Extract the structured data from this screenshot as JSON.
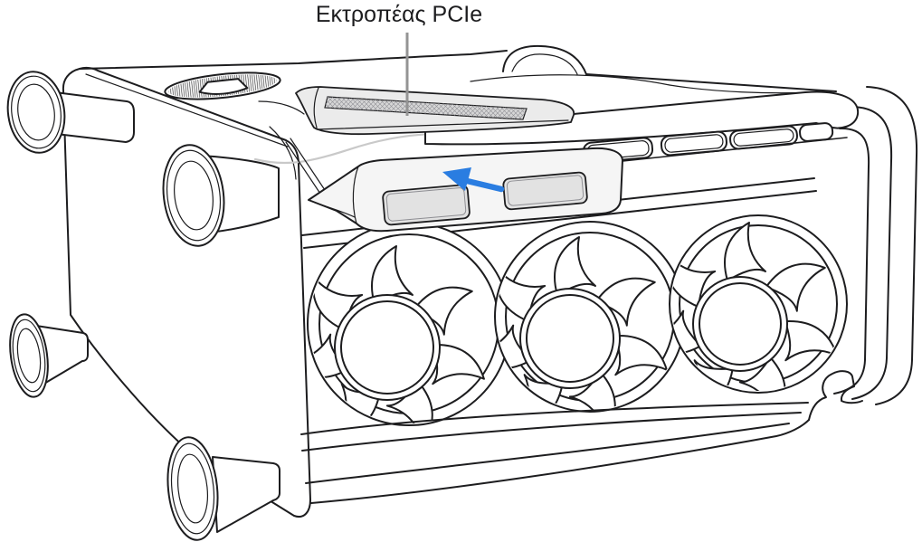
{
  "illustration": {
    "subject": "mac-pro-lying-on-its-side",
    "callout": {
      "label": "Εκτροπέας PCIe",
      "target_part": "pcie-diverter",
      "arrow_direction": "up-left"
    },
    "colors": {
      "line": "#1d1d1f",
      "label_text": "#1d1d1f",
      "leader_line": "#949494",
      "accent_blue": "#2a7de1",
      "part_fill_light": "#f5f5f5",
      "part_fill_gray": "#ebebeb",
      "grille_fill": "#d6d6d6",
      "slot_fill": "#e2e2e2",
      "highlight_curve": "#c9c9c9",
      "background": "#ffffff"
    },
    "parts": [
      "bottom-panel",
      "rubber-feet",
      "top-latch-vent",
      "pcie-diverter",
      "frame-handle-bar",
      "io-slots",
      "pcie-slider",
      "cooling-fans",
      "bottom-frame-rail"
    ],
    "fan_count": 3,
    "feet_count": 4,
    "io_slot_count": 4
  }
}
